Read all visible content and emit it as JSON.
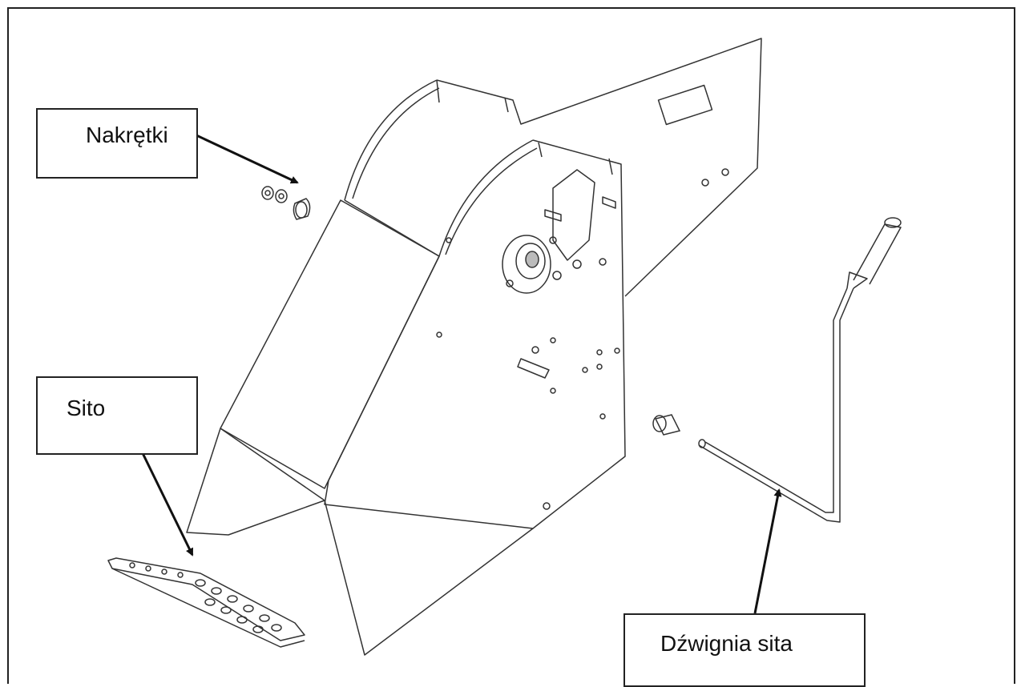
{
  "labels": {
    "nuts": "Nakrętki",
    "sieve": "Sito",
    "sieve_lever": "Dźwignia sita"
  },
  "colors": {
    "line": "#222222",
    "background": "#ffffff"
  }
}
